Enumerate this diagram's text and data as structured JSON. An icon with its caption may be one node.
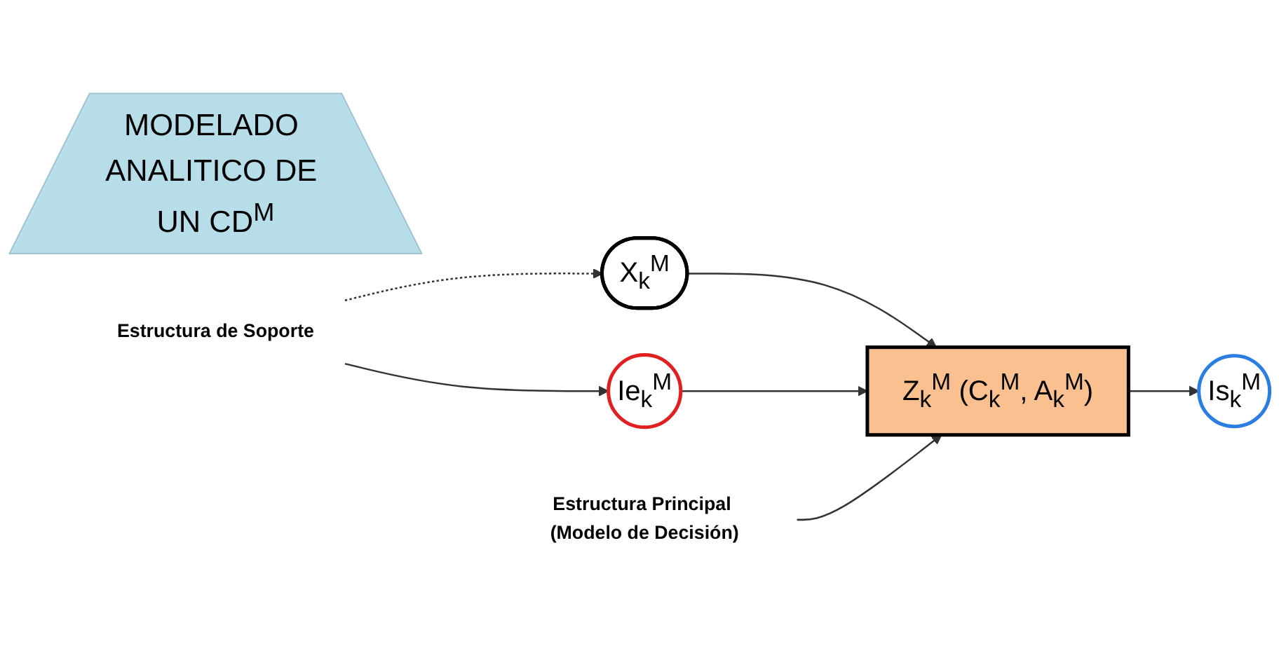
{
  "diagram": {
    "nodes": [
      {
        "text": [
          "MODELADO ANALITICO DE UN CD$^{M}$"
        ]
      },
      {
        "text": [
          "Estructura de Soporte"
        ]
      },
      {
        "text": [
          "X$_{k}$$^{M}$"
        ]
      },
      {
        "text": [
          "Ie$_{k}$$^{M}$"
        ]
      },
      {
        "text": [
          "Z$_{k}$$^{M}$ (C$_{k}$$^{M}$, A$_{k}$$^{M}$)"
        ]
      },
      {
        "text": [
          "Is$_{k}$$^{M}$"
        ]
      },
      {
        "text": [
          "Estructura Principal (Modelo de Decisión)"
        ]
      }
    ],
    "edges": [
      {
        "from": 1,
        "to": 2,
        "arrow": "to",
        "style": "dashed"
      },
      {
        "from": 1,
        "to": 3,
        "arrow": "to"
      },
      {
        "from": 2,
        "to": 4,
        "arrow": "to"
      },
      {
        "from": 3,
        "to": 4,
        "arrow": "to"
      },
      {
        "from": 4,
        "to": 5,
        "arrow": "to"
      },
      {
        "from": 6,
        "to": 4,
        "arrow": "to"
      }
    ]
  }
}
